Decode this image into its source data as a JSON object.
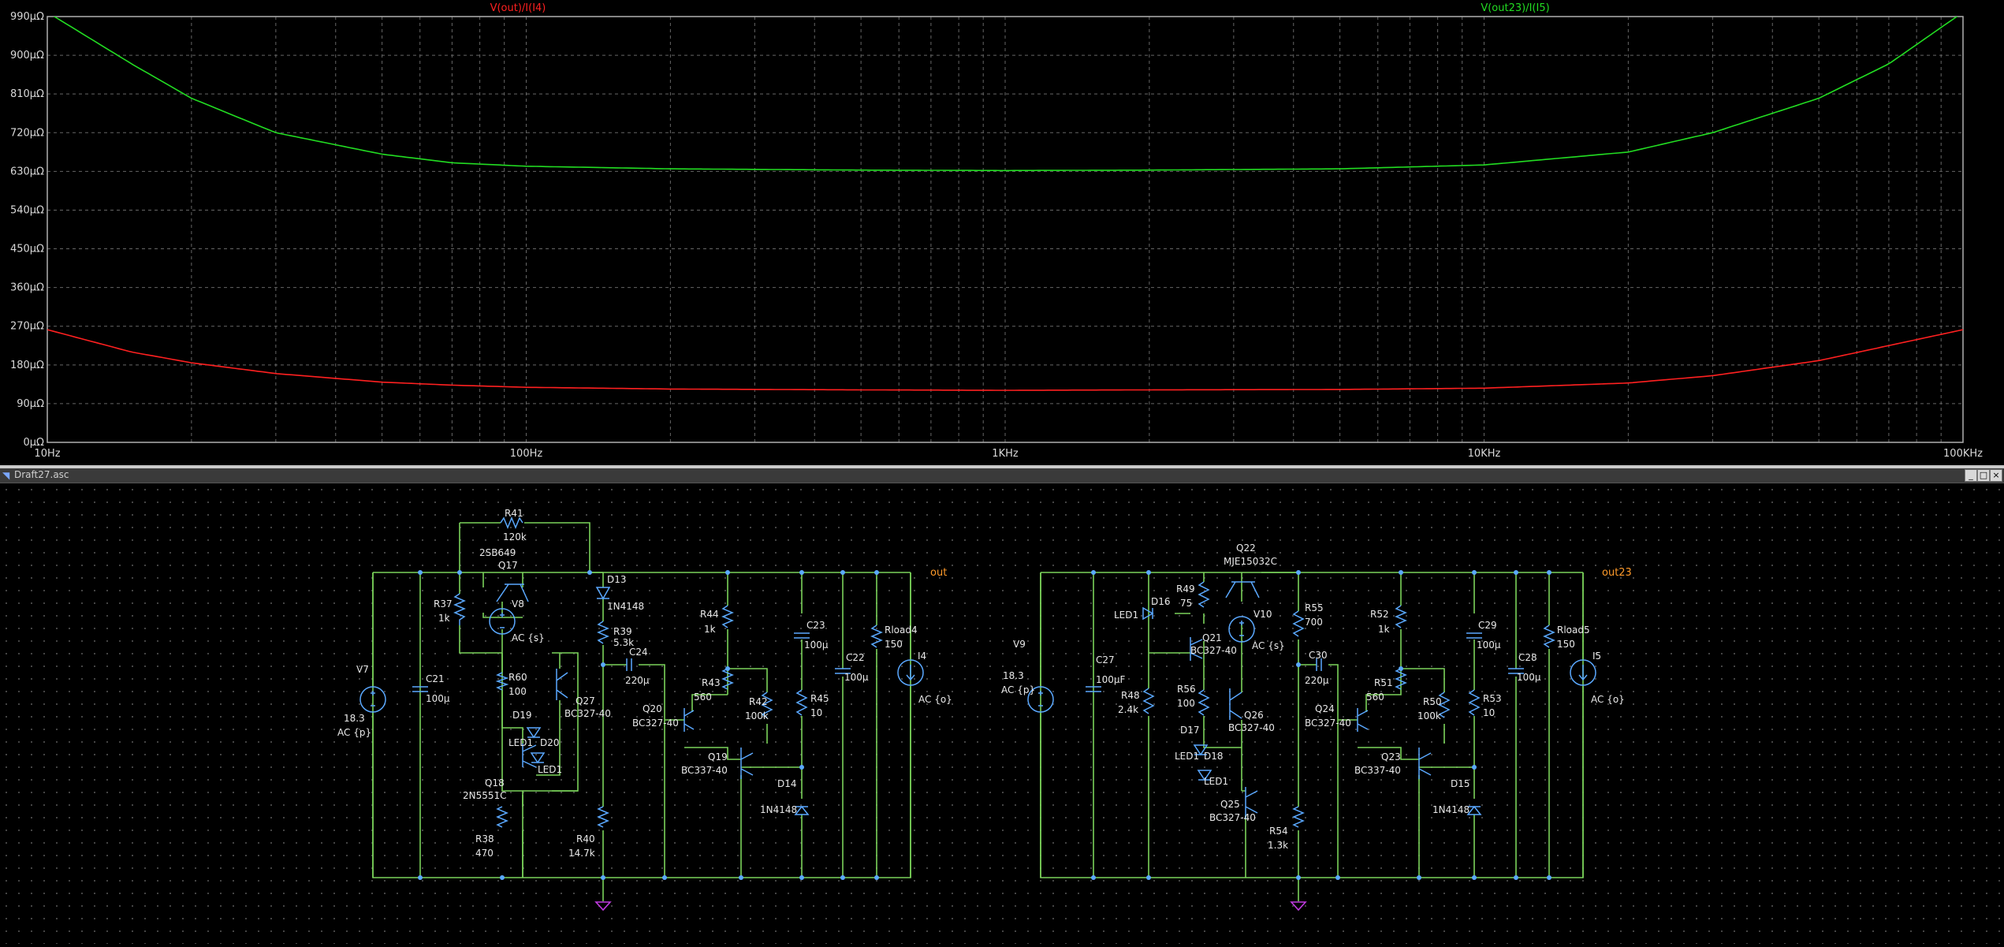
{
  "plot": {
    "traces": [
      {
        "name": "V(out)/I(I4)",
        "color": "#ff2020"
      },
      {
        "name": "V(out23)/I(I5)",
        "color": "#22dd22"
      }
    ],
    "y_ticks": [
      "0µΩ",
      "90µΩ",
      "180µΩ",
      "270µΩ",
      "360µΩ",
      "450µΩ",
      "540µΩ",
      "630µΩ",
      "720µΩ",
      "810µΩ",
      "900µΩ",
      "990µΩ"
    ],
    "x_ticks": [
      "10Hz",
      "100Hz",
      "1KHz",
      "10KHz",
      "100KHz"
    ],
    "grid_color": "#666666",
    "background": "#000000"
  },
  "chart_data": {
    "type": "line",
    "xscale": "log",
    "xlim": [
      10,
      100000
    ],
    "ylim": [
      0,
      990
    ],
    "xlabel": "",
    "ylabel": "",
    "series": [
      {
        "name": "V(out)/I(I4)",
        "x": [
          10,
          15,
          20,
          30,
          50,
          70,
          100,
          200,
          500,
          1000,
          2000,
          5000,
          10000,
          20000,
          30000,
          50000,
          70000,
          100000
        ],
        "y": [
          262,
          210,
          185,
          160,
          140,
          133,
          128,
          124,
          122,
          121,
          122,
          123,
          126,
          138,
          155,
          190,
          225,
          262
        ]
      },
      {
        "name": "V(out23)/I(I5)",
        "x": [
          10,
          15,
          20,
          30,
          50,
          70,
          100,
          200,
          500,
          1000,
          2000,
          5000,
          10000,
          20000,
          30000,
          50000,
          70000,
          100000
        ],
        "y": [
          1000,
          880,
          800,
          720,
          670,
          650,
          642,
          636,
          633,
          632,
          633,
          636,
          645,
          675,
          720,
          800,
          880,
          1000
        ]
      }
    ]
  },
  "window": {
    "title": "Draft27.asc",
    "buttons": [
      "_",
      "□",
      "×"
    ]
  },
  "schematic": {
    "wire_color": "#7ad25a",
    "component_color": "#5aa8ff",
    "text_color": "#e8e8e8",
    "net_label_color": "#ff9a2a",
    "ground_color": "#c03ae0",
    "net_labels": [
      "out",
      "out23"
    ],
    "labels": {
      "r41": "R41",
      "r41v": "120k",
      "q17": "Q17",
      "q17m": "2SB649",
      "d13": "D13",
      "d13m": "1N4148",
      "r37": "R37",
      "r37v": "1k",
      "v8": "V8",
      "v8v": "AC {s}",
      "r39": "R39",
      "r39v": "5.3k",
      "c24": "C24",
      "c24v": "220µ",
      "v7": "V7",
      "v7v": "18.3",
      "v7ac": "AC {p}",
      "c21": "C21",
      "c21v": "100µ",
      "r60": "R60",
      "r60v": "100",
      "q27": "Q27",
      "q27m": "BC327-40",
      "d19": "D19",
      "d20": "D20",
      "led1a": "LED1",
      "led1b": "LED1",
      "q18": "Q18",
      "q18m": "2N5551C",
      "r38": "R38",
      "r38v": "470",
      "r40": "R40",
      "r40v": "14.7k",
      "r44": "R44",
      "r44v": "1k",
      "r43": "R43",
      "r43v": "560",
      "q20": "Q20",
      "q20m": "BC327-40",
      "r42": "R42",
      "r42v": "100k",
      "q19": "Q19",
      "q19m": "BC337-40",
      "c23": "C23",
      "c23v": "100µ",
      "r45": "R45",
      "r45v": "10",
      "d14": "D14",
      "d14m": "1N4148",
      "c22": "C22",
      "c22v": "100µ",
      "rload4": "Rload4",
      "rload4v": "150",
      "i4": "I4",
      "i4v": "AC {o}",
      "q22": "Q22",
      "q22m": "MJE15032C",
      "r49": "R49",
      "r49v": "75",
      "d16": "D16",
      "led1c": "LED1",
      "v10": "V10",
      "v10v": "AC {s}",
      "r55": "R55",
      "r55v": "700",
      "q21": "Q21",
      "q21m": "BC327-40",
      "v9": "V9",
      "v9v": "18.3",
      "v9ac": "AC {p}",
      "c27": "C27",
      "c27v": "100µF",
      "r48": "R48",
      "r48v": "2.4k",
      "r56": "R56",
      "r56v": "100",
      "q26": "Q26",
      "q26m": "BC327-40",
      "d17": "D17",
      "d18": "D18",
      "led1d": "LED1",
      "led1e": "LED1",
      "q25": "Q25",
      "q25m": "BC327-40",
      "r54": "R54",
      "r54v": "1.3k",
      "c30": "C30",
      "c30v": "220µ",
      "r52": "R52",
      "r52v": "1k",
      "r51": "R51",
      "r51v": "560",
      "q24": "Q24",
      "q24m": "BC327-40",
      "r50": "R50",
      "r50v": "100k",
      "q23": "Q23",
      "q23m": "BC337-40",
      "c29": "C29",
      "c29v": "100µ",
      "r53": "R53",
      "r53v": "10",
      "d15": "D15",
      "d15m": "1N4148",
      "c28": "C28",
      "c28v": "100µ",
      "rload5": "Rload5",
      "rload5v": "150",
      "i5": "I5",
      "i5v": "AC {o}"
    }
  }
}
